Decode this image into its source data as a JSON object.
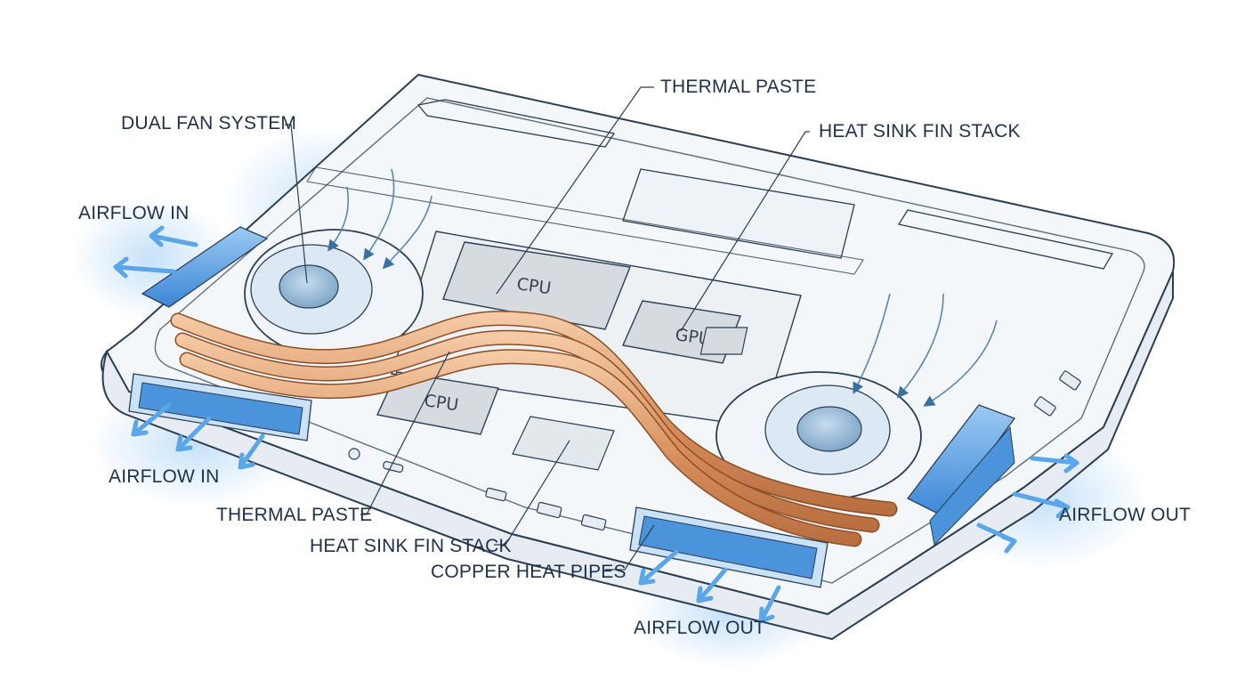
{
  "labels": {
    "dual_fan_system": "DUAL FAN SYSTEM",
    "thermal_paste_top": "THERMAL PASTE",
    "heat_sink_fin_stack_top": "HEAT SINK FIN STACK",
    "airflow_in_left": "AIRFLOW IN",
    "airflow_in_bottom": "AIRFLOW IN",
    "thermal_paste_bottom": "THERMAL PASTE",
    "heat_sink_fin_stack_bottom": "HEAT SINK FIN STACK",
    "copper_heat_pipes": "COPPER HEAT PIPES",
    "airflow_out_bottom": "AIRFLOW OUT",
    "airflow_out_right": "AIRFLOW OUT"
  },
  "chips": {
    "cpu_top": "CPU",
    "gpu": "GPU",
    "cpu_bottom": "CPU"
  },
  "colors": {
    "outline": "#2b3e52",
    "chassis_fill": "#f3f6f9",
    "airflow": "#5aa6e8",
    "airflow_glow": "#cfe5fa",
    "fin_stack": "#3c8fe0",
    "copper": "#d9925f",
    "copper_light": "#f2c39b",
    "chip": "#d9dde1",
    "fan_hub": "#8fb5d4"
  }
}
